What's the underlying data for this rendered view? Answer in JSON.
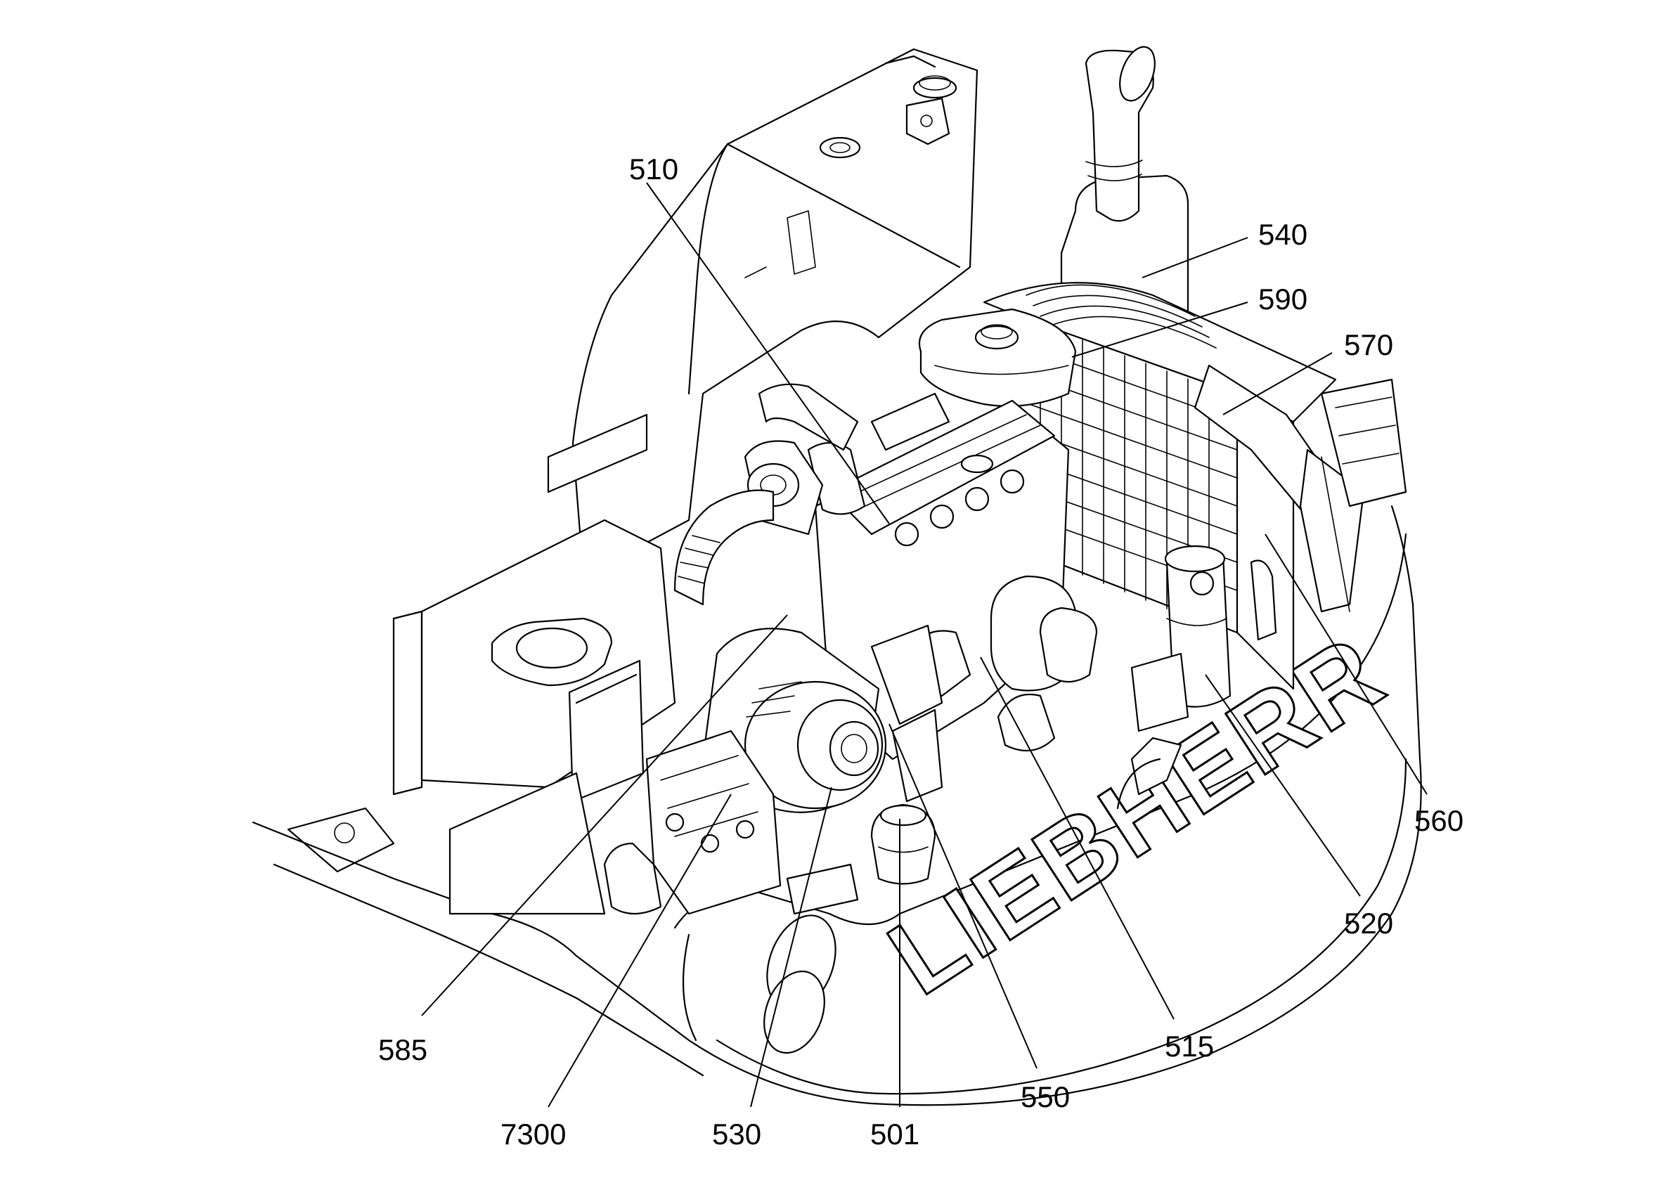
{
  "brand_text": "LIEBHERR",
  "callouts": {
    "c510": "510",
    "c540": "540",
    "c590": "590",
    "c570": "570",
    "c560": "560",
    "c520": "520",
    "c515": "515",
    "c550": "550",
    "c501": "501",
    "c530": "530",
    "c7300": "7300",
    "c585": "585"
  }
}
